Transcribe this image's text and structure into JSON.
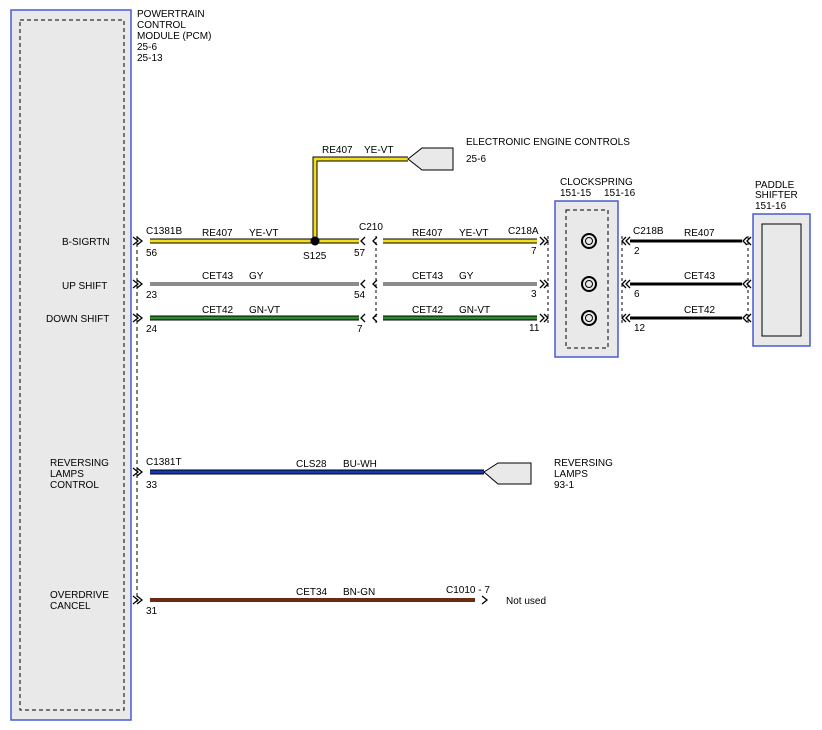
{
  "pcm": {
    "title": [
      "POWERTRAIN",
      "CONTROL",
      "MODULE (PCM)",
      "25-6",
      "25-13"
    ],
    "pins": {
      "bsigrtn": "B-SIGRTN",
      "up_shift": "UP SHIFT",
      "down_shift": "DOWN SHIFT",
      "reversing": [
        "REVERSING",
        "LAMPS",
        "CONTROL"
      ],
      "overdrive": [
        "OVERDRIVE",
        "CANCEL"
      ]
    }
  },
  "eec": {
    "title": "ELECTRONIC ENGINE CONTROLS",
    "ref": "25-6"
  },
  "clockspring": {
    "title": "CLOCKSPRING",
    "ref_left": "151-15",
    "ref_right": "151-16"
  },
  "paddle": {
    "title": [
      "PADDLE",
      "SHIFTER",
      "151-16"
    ]
  },
  "reversing_lamps": {
    "title": [
      "REVERSING",
      "LAMPS",
      "93-1"
    ]
  },
  "connectors": {
    "c1381b": "C1381B",
    "c210": "C210",
    "c218a": "C218A",
    "c218b": "C218B",
    "c1381t": "C1381T",
    "c1010": "C1010  -  7",
    "s125": "S125"
  },
  "pins": {
    "p56": "56",
    "p57": "57",
    "p7a": "7",
    "p2": "2",
    "p23": "23",
    "p54": "54",
    "p3": "3",
    "p6": "6",
    "p24": "24",
    "p7b": "7",
    "p11": "11",
    "p12": "12",
    "p33": "33",
    "p31": "31"
  },
  "wires": {
    "re407": "RE407",
    "ye_vt": "YE-VT",
    "cet43": "CET43",
    "gy": "GY",
    "cet42": "CET42",
    "gn_vt": "GN-VT",
    "cls28": "CLS28",
    "bu_wh": "BU-WH",
    "cet34": "CET34",
    "bn_gn": "BN-GN"
  },
  "not_used": "Not used",
  "colors": {
    "module_border": "#4a5bd0",
    "module_fill": "#e9e9e9",
    "yellow": "#f2dc1c",
    "gray": "#8c8c8c",
    "green": "#2e8a2e",
    "blue": "#1836b8",
    "brown": "#6a2a14",
    "black": "#000000"
  }
}
